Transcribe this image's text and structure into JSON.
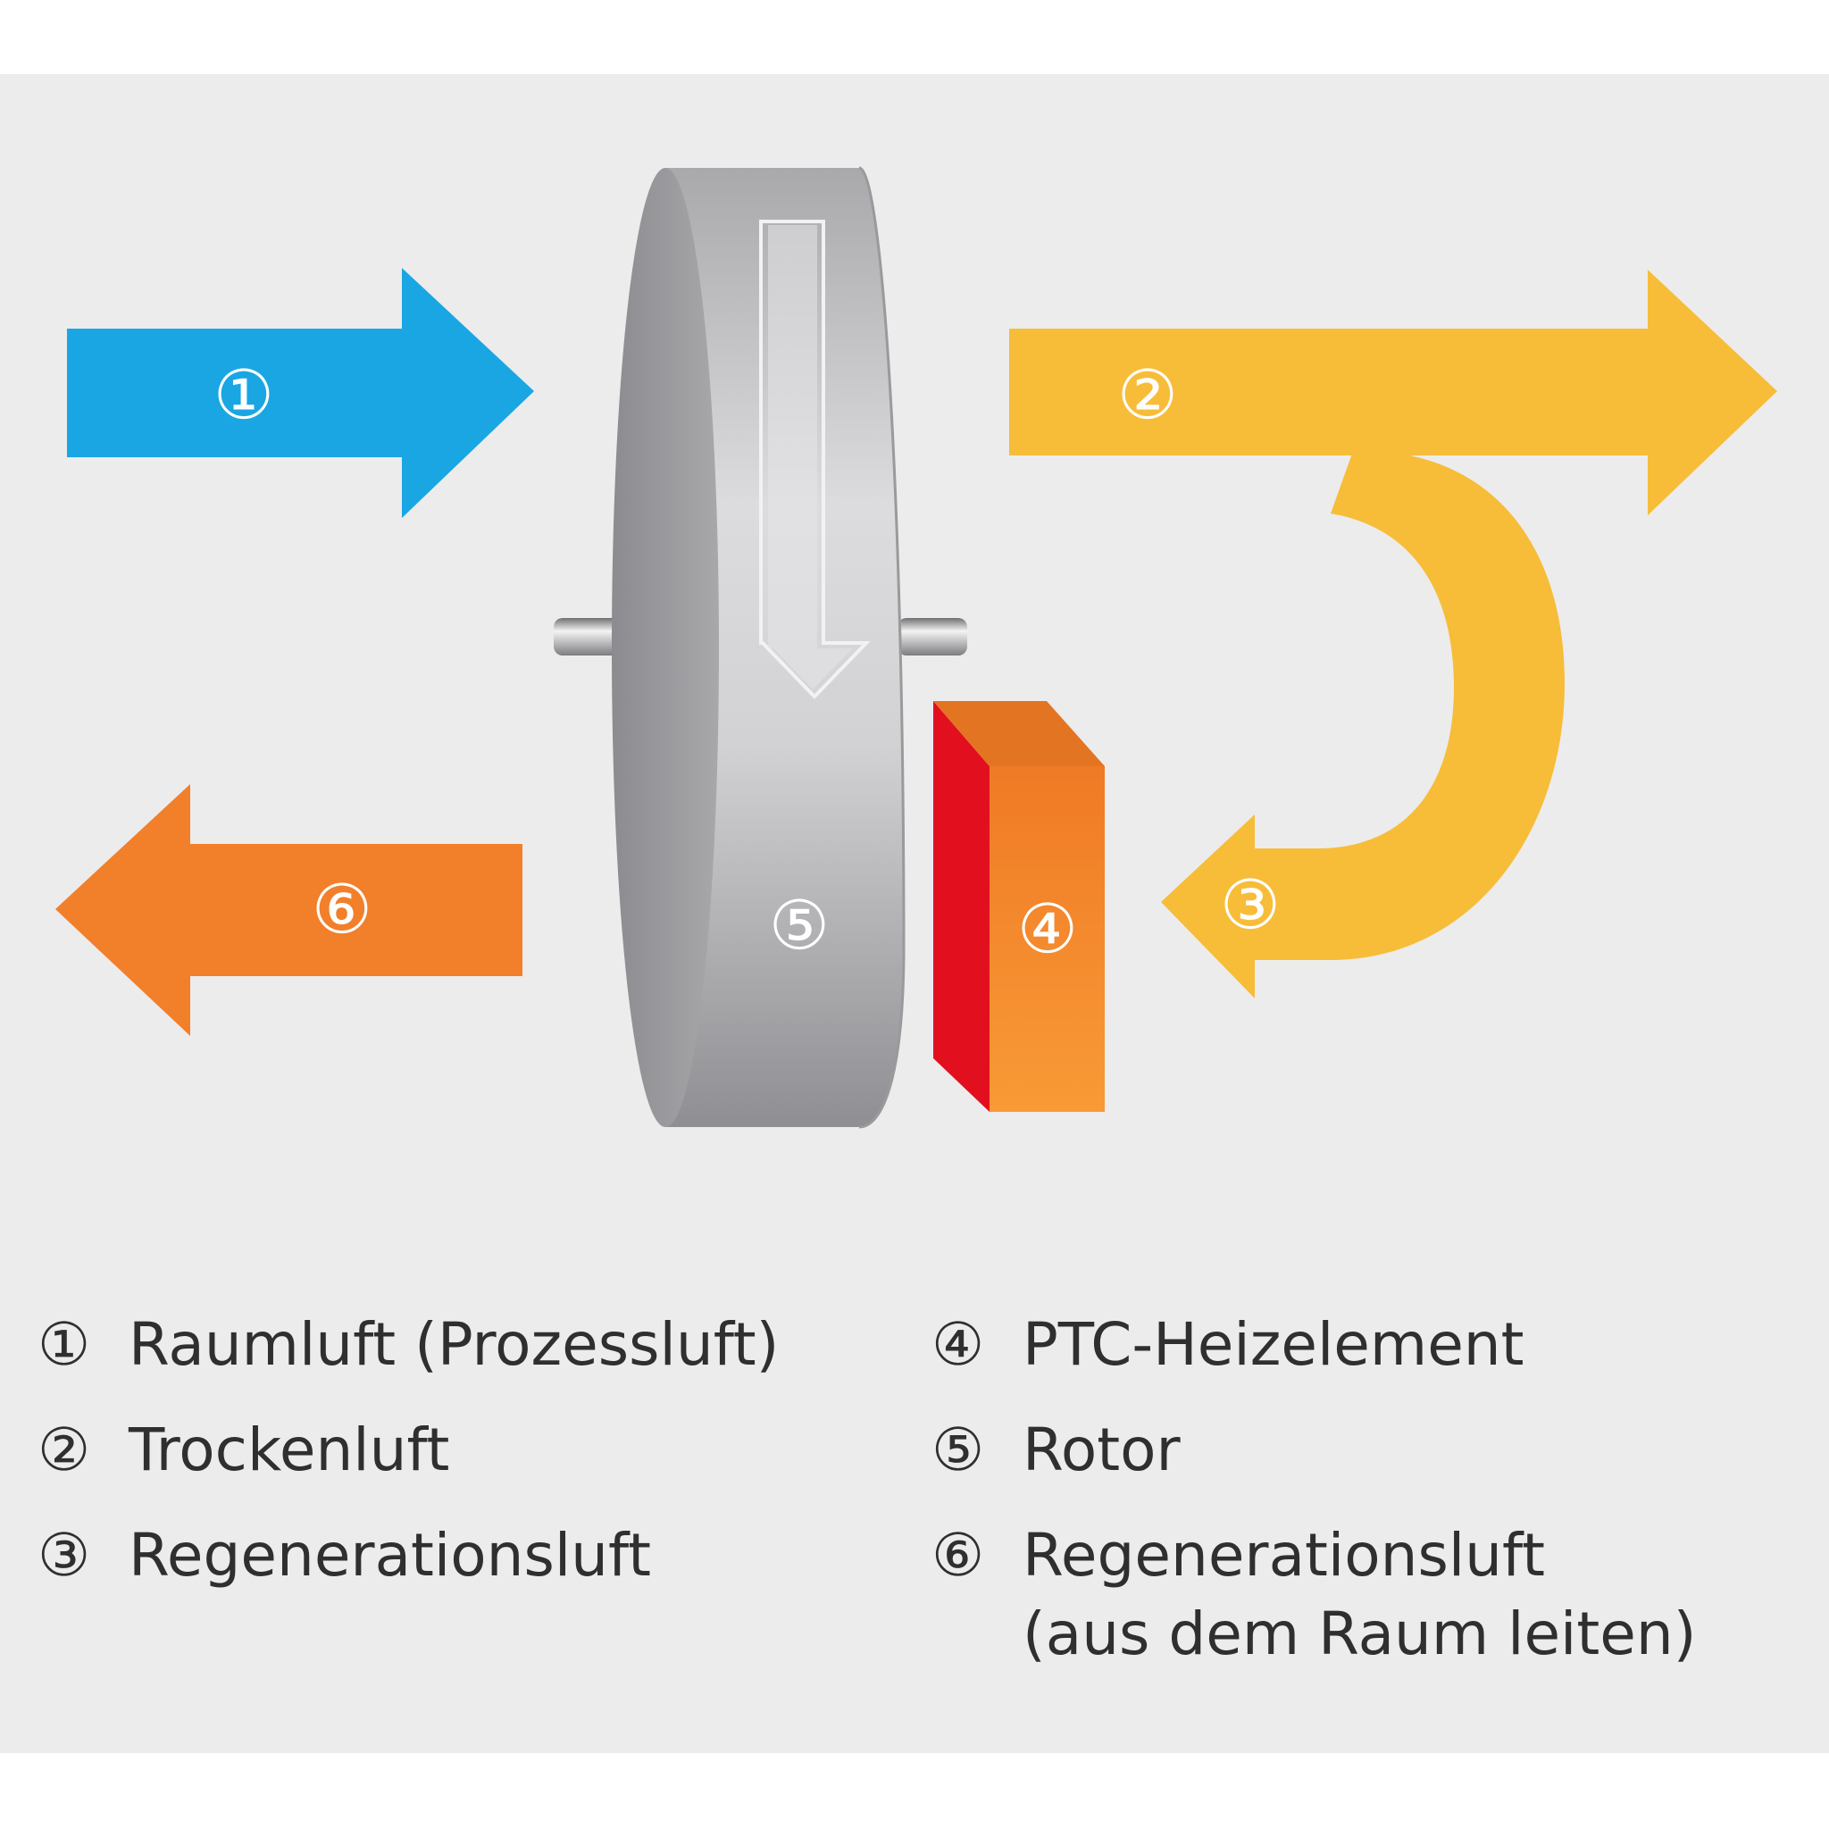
{
  "markers": {
    "m1": "①",
    "m2": "②",
    "m3": "③",
    "m4": "④",
    "m5": "⑤",
    "m6": "⑥"
  },
  "legend": {
    "left": [
      {
        "num": "①",
        "text": "Raumluft (Prozessluft)"
      },
      {
        "num": "②",
        "text": "Trockenluft"
      },
      {
        "num": "③",
        "text": "Regenerationsluft"
      }
    ],
    "right": [
      {
        "num": "④",
        "text": "PTC-Heizelement"
      },
      {
        "num": "⑤",
        "text": "Rotor"
      },
      {
        "num": "⑥",
        "text": "Regenerationsluft",
        "continuation": "(aus dem Raum leiten)"
      }
    ]
  },
  "colors": {
    "room_air": "#1aa6e3",
    "dry_air": "#f7bd39",
    "regen_air": "#f27f2a",
    "heater_front": "#f48a2c",
    "heater_side": "#e2101f",
    "rotor": "#bdbdbf",
    "background": "#ececec"
  }
}
